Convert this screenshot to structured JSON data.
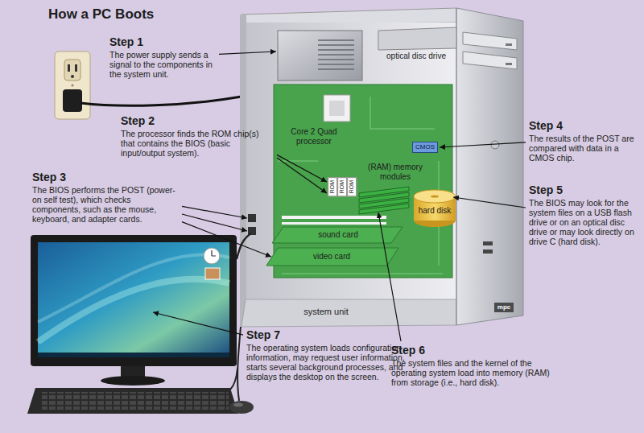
{
  "diagram": {
    "title": "How a PC Boots",
    "nodes": [
      {
        "text": [
          "CMOS"
        ]
      }
    ],
    "labels": [
      "Step 1",
      "The power supply sends a signal to the components in the system unit.",
      "Step 2",
      "The processor finds the ROM chip(s) that contains the BIOS (basic input/output system).",
      "Step 3",
      "The BIOS performs the POST (power-on self test), which checks components, such as the mouse, keyboard, and adapter cards.",
      "Step 4",
      "The results of the POST are compared with data in a CMOS chip.",
      "Step 5",
      "The BIOS may look for the system files on a USB flash drive or on an optical disc drive or may look directly on drive C (hard disk).",
      "Step 6",
      "The system files and the kernel of the operating system load into memory (RAM) from storage (i.e., hard disk).",
      "Step 7",
      "The operating system loads configuration information, may request user information, starts several background processes, and displays the desktop on the screen.",
      "optical disc drive",
      "Core 2 Quad processor",
      "(RAM) memory modules",
      "ROM",
      "ROM",
      "ROM",
      "hard disk",
      "sound card",
      "video card",
      "system unit",
      "mpc"
    ]
  }
}
